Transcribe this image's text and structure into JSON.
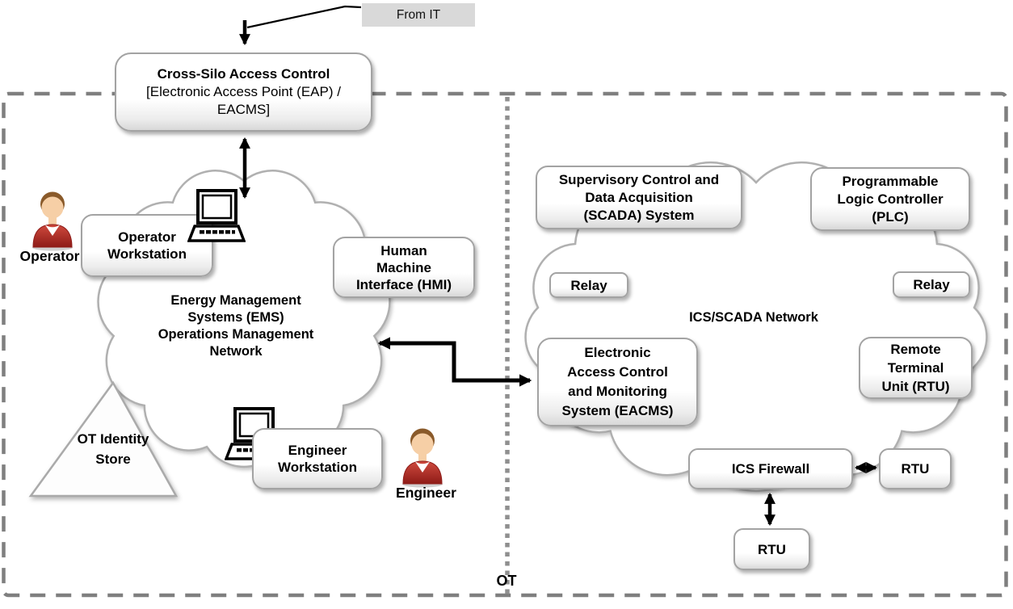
{
  "from_it": {
    "label": "From IT"
  },
  "cross_silo": {
    "title": "Cross-Silo Access Control",
    "sub1": "[Electronic Access Point (EAP) /",
    "sub2": "EACMS]"
  },
  "left_zone": {
    "operator_label": "Operator",
    "operator_workstation": [
      "Operator",
      "Workstation"
    ],
    "ems_cloud": [
      "Energy Management",
      "Systems (EMS)",
      "Operations",
      "Management",
      "Network"
    ],
    "hmi": [
      "Human",
      "Machine",
      "Interface (HMI)"
    ],
    "engineer_workstation": [
      "Engineer",
      "Workstation"
    ],
    "engineer_label": "Engineer",
    "identity_store": [
      "OT",
      "Identity",
      "Store"
    ]
  },
  "right_zone": {
    "scada": [
      "Supervisory Control and",
      "Data Acquisition",
      "(SCADA) System"
    ],
    "plc": [
      "Programmable",
      "Logic Controller",
      "(PLC)"
    ],
    "relay_left": "Relay",
    "relay_right": "Relay",
    "rtu_main": [
      "Remote",
      "Terminal",
      "Unit (RTU)"
    ],
    "ics_network_label": "ICS/SCADA Network",
    "eacms": [
      "Electronic",
      "Access Control",
      "and Monitoring",
      "System (EACMS)"
    ],
    "ics_firewall": "ICS Firewall",
    "rtu_right": "RTU",
    "rtu_bottom": "RTU"
  },
  "ot_label": "OT",
  "colors": {
    "boundary_dash": "#7f7f7f",
    "divider_dot": "#8f8f8f",
    "box_border": "#a3a3a3",
    "cloud_stroke": "#b0b0b0",
    "from_it_bg": "#d9d9d9",
    "arrow": "#000000",
    "person_shirt": "#b02a25",
    "person_skin": "#f6cfa6",
    "person_hair": "#8a5a2a"
  }
}
